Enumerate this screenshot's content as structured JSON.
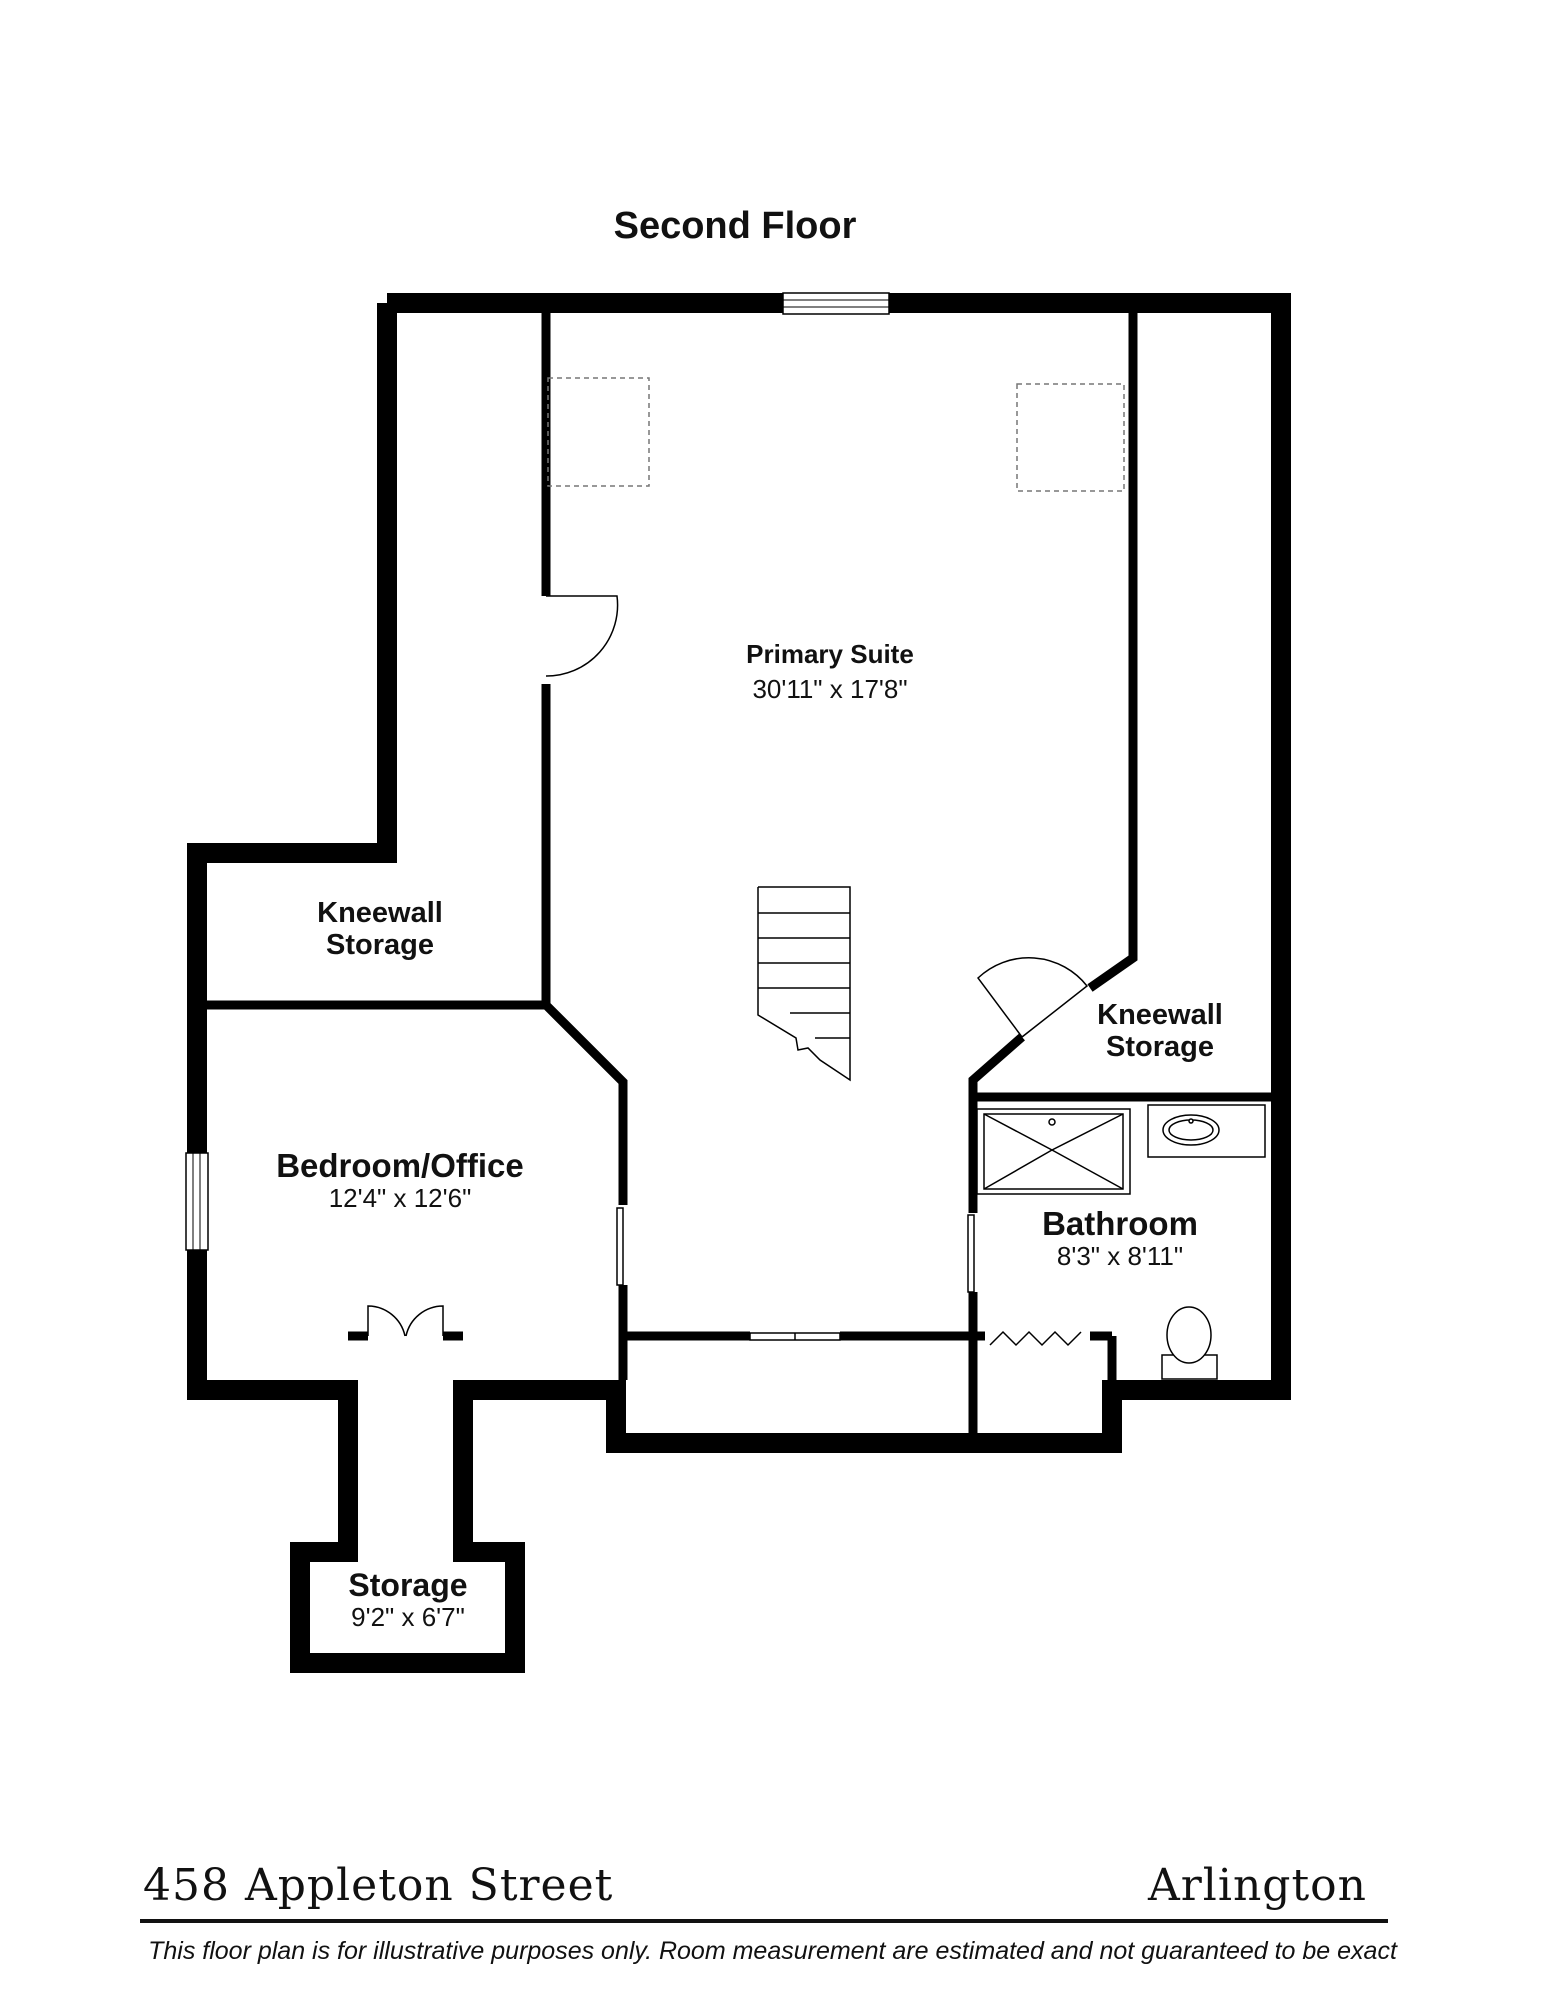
{
  "title": "Second Floor",
  "rooms": [
    {
      "name": "Primary Suite",
      "dimensions": "30'11\" x 17'8\""
    },
    {
      "name": "Kneewall\nStorage",
      "dimensions": ""
    },
    {
      "name": "Kneewall\nStorage",
      "dimensions": ""
    },
    {
      "name": "Bedroom/Office",
      "dimensions": "12'4\" x 12'6\""
    },
    {
      "name": "Bathroom",
      "dimensions": "8'3\" x 8'11\""
    },
    {
      "name": "Storage",
      "dimensions": "9'2\" x 6'7\""
    }
  ],
  "footer": {
    "address": "458 Appleton Street",
    "city": "Arlington",
    "disclaimer": "This floor plan is for illustrative purposes only.  Room measurement are estimated and not guaranteed to be exact"
  }
}
